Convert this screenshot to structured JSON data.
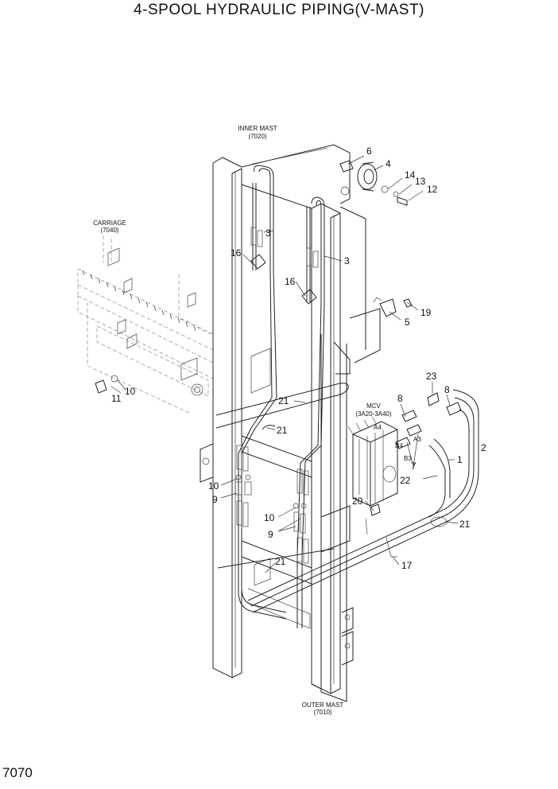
{
  "title": "4-SPOOL HYDRAULIC PIPING(V-MAST)",
  "page_number": "7070",
  "assemblies": {
    "inner_mast": {
      "name": "INNER MAST",
      "code": "(7020)"
    },
    "carriage": {
      "name": "CARRIAGE",
      "code": "(7040)"
    },
    "outer_mast": {
      "name": "OUTER MAST",
      "code": "(7010)"
    },
    "mcv": {
      "name": "MCV",
      "code": "(3A20-3A40)"
    }
  },
  "port_labels": [
    "A4",
    "A3",
    "B4",
    "B3"
  ],
  "callouts": [
    "6",
    "4",
    "14",
    "13",
    "12",
    "3",
    "3",
    "16",
    "16",
    "19",
    "5",
    "23",
    "8",
    "8",
    "2",
    "1",
    "7",
    "22",
    "21",
    "21",
    "21",
    "21",
    "20",
    "17",
    "10",
    "10",
    "9",
    "9",
    "11",
    "10"
  ]
}
